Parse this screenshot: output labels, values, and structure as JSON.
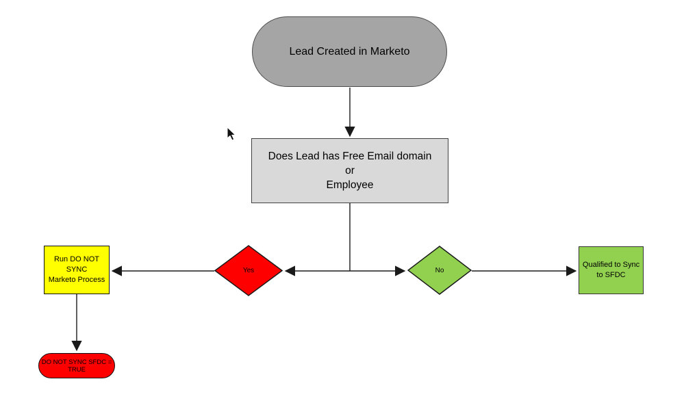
{
  "diagram": {
    "title": "Lead sync flowchart",
    "background": "#ffffff",
    "line_color": "#1a1a1a",
    "nodes": {
      "start": {
        "label": "Lead Created in Marketo",
        "shape": "stadium",
        "fill": "#a5a5a5"
      },
      "decision": {
        "lines": [
          "Does Lead has Free Email domain",
          "or",
          "Employee"
        ],
        "shape": "rectangle",
        "fill": "#d9d9d9"
      },
      "yes": {
        "label": "Yes",
        "shape": "diamond",
        "fill": "#ff0000"
      },
      "no": {
        "label": "No",
        "shape": "diamond",
        "fill": "#92d050"
      },
      "run_do_not_sync": {
        "lines": [
          "Run DO NOT SYNC",
          "Marketo Process"
        ],
        "shape": "rectangle",
        "fill": "#ffff00"
      },
      "do_not_sync_true": {
        "lines": [
          "DO NOT SYNC SFDC =",
          "TRUE"
        ],
        "shape": "stadium",
        "fill": "#ff0000"
      },
      "qualified": {
        "lines": [
          "Qualified to Sync",
          "to SFDC"
        ],
        "shape": "rectangle",
        "fill": "#92d050"
      }
    }
  }
}
